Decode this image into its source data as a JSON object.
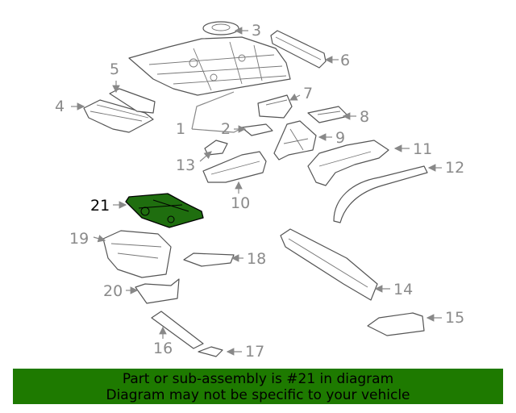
{
  "diagram": {
    "highlighted_part": "21",
    "highlight_color": "#1f6e0f",
    "callouts": [
      "1",
      "2",
      "3",
      "4",
      "5",
      "6",
      "7",
      "8",
      "9",
      "10",
      "11",
      "12",
      "13",
      "14",
      "15",
      "16",
      "17",
      "18",
      "19",
      "20",
      "21"
    ]
  },
  "banner": {
    "line1": "Part or sub-assembly is #21 in diagram",
    "line2": "Diagram may not be specific to your vehicle",
    "background": "#1e7a00"
  }
}
